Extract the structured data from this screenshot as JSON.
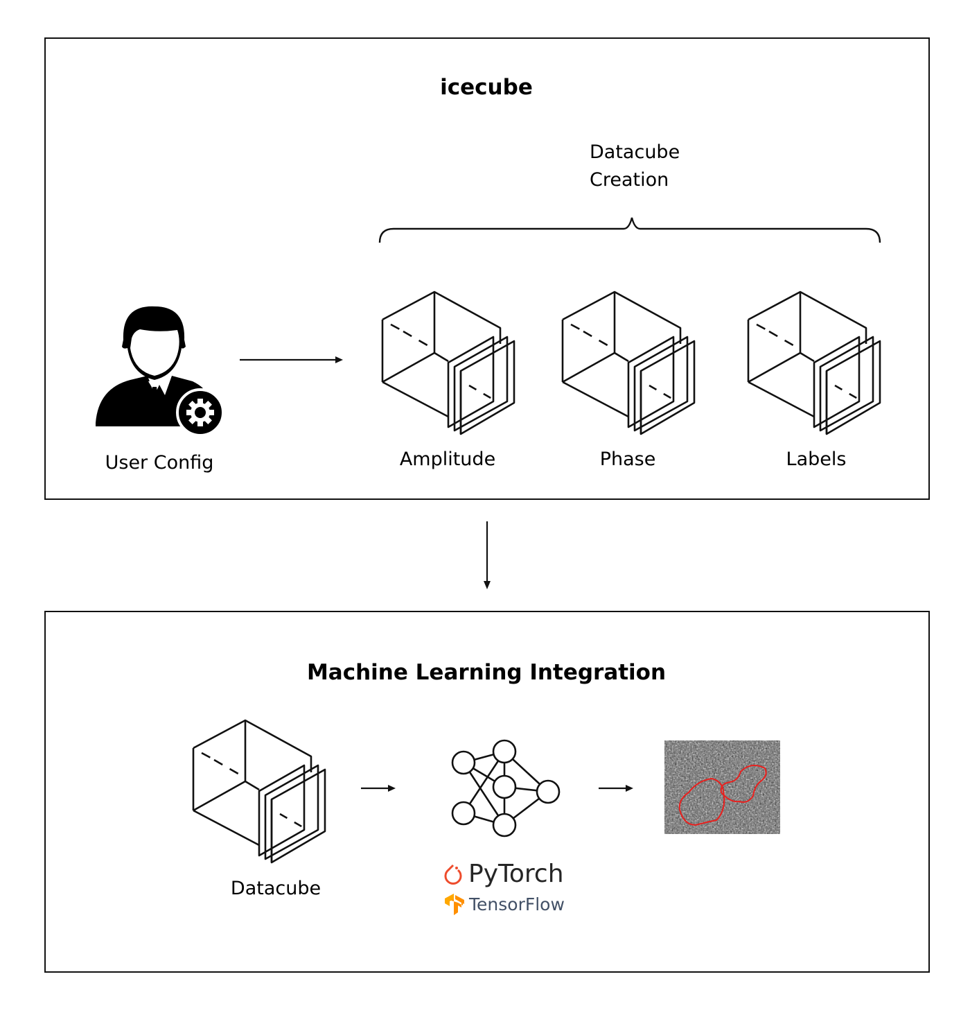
{
  "top_panel": {
    "title": "icecube",
    "group_label_line1": "Datacube",
    "group_label_line2": "Creation",
    "user_config_label": "User Config",
    "user_icon": "user-gear-icon",
    "cubes": [
      {
        "label": "Amplitude",
        "icon": "datacube-icon"
      },
      {
        "label": "Phase",
        "icon": "datacube-icon"
      },
      {
        "label": "Labels",
        "icon": "datacube-icon"
      }
    ]
  },
  "bottom_panel": {
    "title": "Machine Learning Integration",
    "datacube_label": "Datacube",
    "network_icon": "neural-network-icon",
    "frameworks": [
      {
        "name": "PyTorch",
        "icon": "pytorch-flame-icon",
        "color": "#ee4c2c"
      },
      {
        "name": "TensorFlow",
        "icon": "tensorflow-logo-icon",
        "color": "#ff8f00",
        "text_color": "#425066"
      }
    ],
    "output_image": "sar-segmentation-image",
    "annotation_color": "#e8201e"
  },
  "colors": {
    "line": "#111111",
    "background": "#ffffff"
  }
}
